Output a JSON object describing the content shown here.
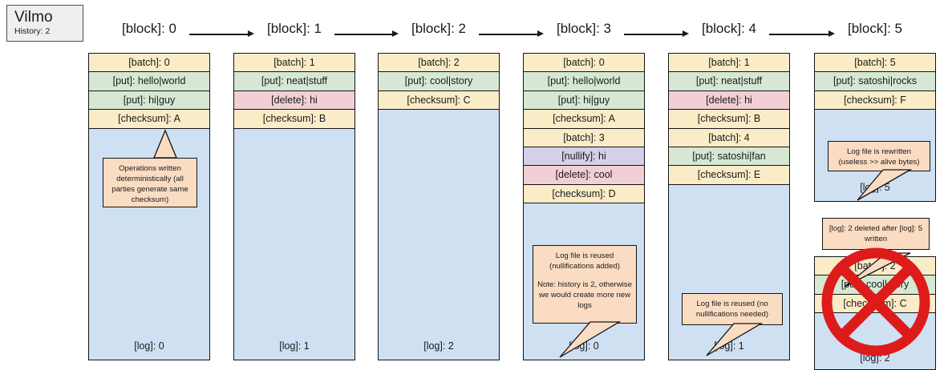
{
  "legend": {
    "app_name": "Vilmo",
    "history_label": "History: 2"
  },
  "blocks": [
    {
      "label": "[block]: 0",
      "rows": [
        {
          "kind": "batch",
          "text": "[batch]: 0"
        },
        {
          "kind": "put",
          "text": "[put]: hello|world"
        },
        {
          "kind": "put",
          "text": "[put]: hi|guy"
        },
        {
          "kind": "checksum",
          "text": "[checksum]: A"
        }
      ],
      "log_text": "[log]: 0",
      "callout": [
        "Operations written deterministically (all parties generate same checksum)"
      ]
    },
    {
      "label": "[block]: 1",
      "rows": [
        {
          "kind": "batch",
          "text": "[batch]: 1"
        },
        {
          "kind": "put",
          "text": "[put]: neat|stuff"
        },
        {
          "kind": "delete",
          "text": "[delete]: hi"
        },
        {
          "kind": "checksum",
          "text": "[checksum]: B"
        }
      ],
      "log_text": "[log]: 1",
      "callout": []
    },
    {
      "label": "[block]: 2",
      "rows": [
        {
          "kind": "batch",
          "text": "[batch]: 2"
        },
        {
          "kind": "put",
          "text": "[put]: cool|story"
        },
        {
          "kind": "checksum",
          "text": "[checksum]: C"
        }
      ],
      "log_text": "[log]: 2",
      "callout": []
    },
    {
      "label": "[block]: 3",
      "rows": [
        {
          "kind": "batch",
          "text": "[batch]: 0"
        },
        {
          "kind": "put",
          "text": "[put]: hello|world"
        },
        {
          "kind": "put",
          "text": "[put]: hi|guy"
        },
        {
          "kind": "checksum",
          "text": "[checksum]: A"
        },
        {
          "kind": "batch",
          "text": "[batch]: 3"
        },
        {
          "kind": "nullify",
          "text": "[nullify]: hi"
        },
        {
          "kind": "delete",
          "text": "[delete]: cool"
        },
        {
          "kind": "checksum",
          "text": "[checksum]: D"
        }
      ],
      "log_text": "[log]: 0",
      "callout": [
        "Log file is reused (nullifications added)",
        "Note: history is 2, otherwise we would create more new logs"
      ]
    },
    {
      "label": "[block]: 4",
      "rows": [
        {
          "kind": "batch",
          "text": "[batch]: 1"
        },
        {
          "kind": "put",
          "text": "[put]: neat|stuff"
        },
        {
          "kind": "delete",
          "text": "[delete]: hi"
        },
        {
          "kind": "checksum",
          "text": "[checksum]: B"
        },
        {
          "kind": "batch",
          "text": "[batch]: 4"
        },
        {
          "kind": "put",
          "text": "[put]: satoshi|fan"
        },
        {
          "kind": "checksum",
          "text": "[checksum]: E"
        }
      ],
      "log_text": "[log]: 1",
      "callout": [
        "Log file is reused (no nullifications needed)"
      ]
    },
    {
      "label": "[block]: 5",
      "rows": [
        {
          "kind": "batch",
          "text": "[batch]: 5"
        },
        {
          "kind": "put",
          "text": "[put]: satoshi|rocks"
        },
        {
          "kind": "checksum",
          "text": "[checksum]: F"
        }
      ],
      "log_text": "[log]: 5",
      "callout": [
        "Log file is rewritten (useless >> alive bytes)"
      ]
    }
  ],
  "deleted_block": {
    "rows": [
      {
        "kind": "batch",
        "text": "[batch]: 2"
      },
      {
        "kind": "put",
        "text": "[put]: cool|story"
      },
      {
        "kind": "checksum",
        "text": "[checksum]: C"
      }
    ],
    "log_text": "[log]: 2",
    "callout": [
      "[log]: 2 deleted after [log]: 5 written"
    ],
    "mark_color": "#dd1b1b"
  }
}
